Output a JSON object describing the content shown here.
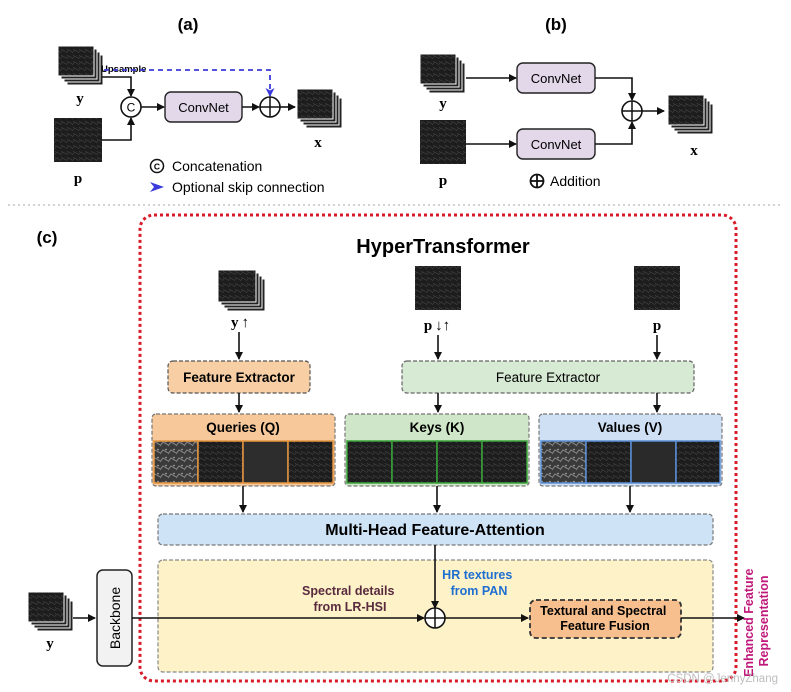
{
  "panels": {
    "a": {
      "label": "(a)"
    },
    "b": {
      "label": "(b)"
    },
    "c": {
      "label": "(c)"
    }
  },
  "panel_a": {
    "upsample": "Upsample",
    "concat_symbol": "C",
    "convnet": "ConvNet",
    "var_y": "y",
    "var_p": "p",
    "var_x": "x",
    "legend_concat": "Concatenation",
    "legend_skip": "Optional skip connection"
  },
  "panel_b": {
    "convnet_top": "ConvNet",
    "convnet_bottom": "ConvNet",
    "var_y": "y",
    "var_p": "p",
    "var_x": "x",
    "legend_addition": "Addition"
  },
  "panel_c": {
    "title": "HyperTransformer",
    "input_y": "y",
    "input_y_arrow": "↑",
    "input_p_down_up": "p",
    "input_p_arrows": "↓↑",
    "input_p": "p",
    "feature_extractor_left": "Feature Extractor",
    "feature_extractor_right": "Feature Extractor",
    "queries": "Queries (Q)",
    "keys": "Keys (K)",
    "values": "Values (V)",
    "attention": "Multi-Head Feature-Attention",
    "hr_textures": [
      "HR textures",
      "from PAN"
    ],
    "spectral_details": [
      "Spectral details",
      "from LR-HSI"
    ],
    "fusion": [
      "Textural and Spectral",
      "Feature Fusion"
    ],
    "backbone": "Backbone",
    "backbone_input": "y",
    "output": [
      "Enhanced Feature",
      "Representation"
    ]
  },
  "watermark": "CSDN @JennyZhang",
  "colors": {
    "convnet_fill": "#e3d7ea",
    "skip_arrow": "#3b3bdb",
    "hypertransformer_border": "#d81b2a",
    "feature_extractor_left_fill": "#f8cfa5",
    "feature_extractor_right_fill": "#d7ead3",
    "queries_fill": "#f6c89a",
    "keys_fill": "#cfe6c8",
    "values_fill": "#cfe0f5",
    "attention_fill": "#cfe3f7",
    "fusion_area_fill": "#fdf2c8",
    "fusion_box_fill": "#f7be8e",
    "output_text": "#c0187a",
    "hr_textures_text": "#1f6fd1",
    "spectral_text": "#5a2a3e"
  }
}
